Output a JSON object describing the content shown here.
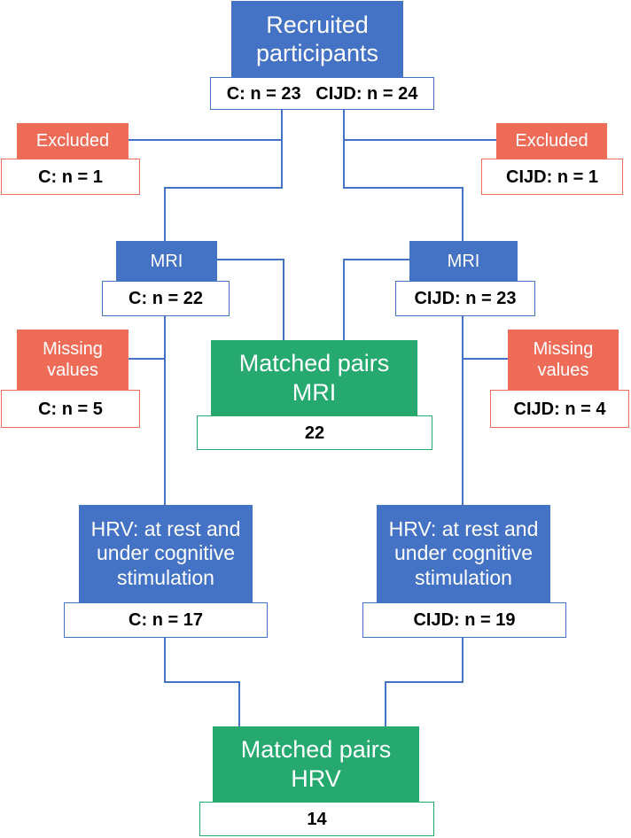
{
  "recruited": {
    "title": "Recruited\nparticipants",
    "counts": "C: n = 23   CIJD: n = 24"
  },
  "excluded_left": {
    "label": "Excluded",
    "count": "C: n = 1"
  },
  "excluded_right": {
    "label": "Excluded",
    "count": "CIJD: n = 1"
  },
  "mri_left": {
    "label": "MRI",
    "count": "C: n = 22"
  },
  "mri_right": {
    "label": "MRI",
    "count": "CIJD: n = 23"
  },
  "missing_left": {
    "label": "Missing\nvalues",
    "count": "C: n = 5"
  },
  "missing_right": {
    "label": "Missing\nvalues",
    "count": "CIJD: n = 4"
  },
  "matched_mri": {
    "label": "Matched pairs\nMRI",
    "count": "22"
  },
  "hrv_left": {
    "label": "HRV: at rest and\nunder cognitive\nstimulation",
    "count": "C: n = 17"
  },
  "hrv_right": {
    "label": "HRV: at rest and\nunder cognitive\nstimulation",
    "count": "CIJD: n = 19"
  },
  "matched_hrv": {
    "label": "Matched pairs\nHRV",
    "count": "14"
  },
  "colors": {
    "primary": "#4472c4",
    "excluded": "#ee6b57",
    "matched": "#26a96f",
    "connector": "#4472c4"
  }
}
